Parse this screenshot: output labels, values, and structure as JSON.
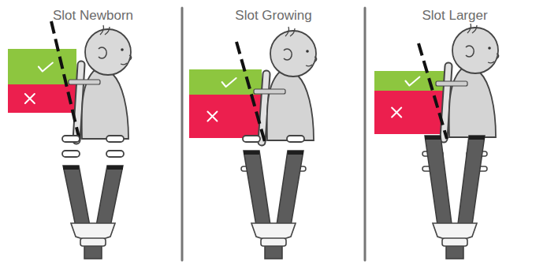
{
  "diagram": {
    "labels": [
      "Slot Newborn",
      "Slot Growing",
      "Slot Larger"
    ]
  }
}
